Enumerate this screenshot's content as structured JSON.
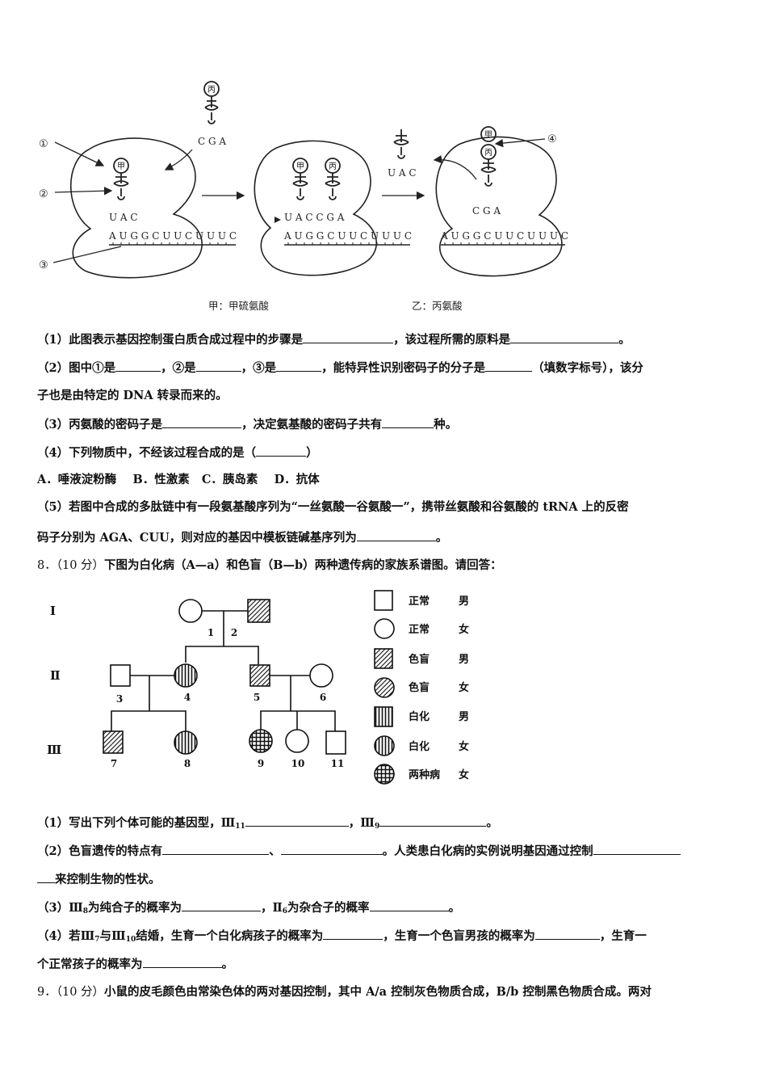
{
  "figure1": {
    "labels": {
      "c1": "①",
      "c2": "②",
      "c3": "③",
      "c4": "④"
    },
    "aa": {
      "jia": "甲",
      "bing": "丙"
    },
    "codons": {
      "uac": "U A C",
      "cga": "C G A",
      "uaccga": "U A C C G A",
      "mrna": "A U G G C U U C U U U C"
    },
    "caption_jia": "甲：甲硫氨酸",
    "caption_yi": "乙：丙氨酸"
  },
  "q7": {
    "p1": "（1）此图表示基因控制蛋白质合成过程中的步骤是",
    "p1b": "，该过程所需的原料是",
    "p1c": "。",
    "p2": "（2）图中①是",
    "p2b": "，②是",
    "p2c": "，③是",
    "p2d": "，能特异性识别密码子的分子是",
    "p2e": "（填数字标号），该分",
    "p2f": "子也是由特定的 DNA 转录而来的。",
    "p3": "（3）丙氨酸的密码子是",
    "p3b": "，决定氨基酸的密码子共有",
    "p3c": "种。",
    "p4": "（4）下列物质中，不经该过程合成的是（",
    "p4b": "）",
    "options": "A．唾液淀粉酶    B．性激素   C．胰岛素    D．抗体",
    "p5": "（5）若图中合成的多肽链中有一段氨基酸序列为“一丝氨酸一谷氨酸一”，携带丝氨酸和谷氨酸的 tRNA 上的反密",
    "p5b": "码子分别为 AGA、CUU，则对应的基因中模板链碱基序列为",
    "p5c": "。"
  },
  "q8": {
    "head_num": "8．（10 分）",
    "head": "下图为白化病（A—a）和色盲（B—b）两种遗传病的家族系谱图。请回答：",
    "gen": {
      "g1": "Ⅰ",
      "g2": "Ⅱ",
      "g3": "Ⅲ"
    },
    "ids": [
      "1",
      "2",
      "3",
      "4",
      "5",
      "6",
      "7",
      "8",
      "9",
      "10",
      "11"
    ],
    "legend": [
      {
        "a": "正常",
        "b": "男"
      },
      {
        "a": "正常",
        "b": "女"
      },
      {
        "a": "色盲",
        "b": "男"
      },
      {
        "a": "色盲",
        "b": "女"
      },
      {
        "a": "白化",
        "b": "男"
      },
      {
        "a": "白化",
        "b": "女"
      },
      {
        "a": "两种病",
        "b": "女"
      }
    ],
    "p1": "（1）写出下列个体可能的基因型，Ⅲ",
    "p1s": "11",
    "p1b": "，Ⅲ",
    "p1bs": "9",
    "p1c": "。",
    "p2": "（2）色盲遗传的特点有",
    "p2b": "、",
    "p2c": "。人类患白化病的实例说明基因通过控制",
    "p2d": "来控制生物的性状。",
    "p3": "（3）Ⅲ",
    "p3s": "8",
    "p3b": "为纯合子的概率为",
    "p3c": "，Ⅱ",
    "p3cs": "6",
    "p3d": "为杂合子的概率",
    "p3e": "。",
    "p4": "（4）若Ⅲ",
    "p4s": "7",
    "p4b": "与Ⅲ",
    "p4bs": "10",
    "p4c": "结婚，生育一个白化病孩子的概率为",
    "p4d": "，生育一个色盲男孩的概率为",
    "p4e": "，生育一",
    "p4f": "个正常孩子的概率为",
    "p4g": "。"
  },
  "q9": {
    "head_num": "9．（10 分）",
    "head": "小鼠的皮毛颜色由常染色体的两对基因控制，其中 A/a 控制灰色物质合成，B/b 控制黑色物质合成。两对"
  }
}
